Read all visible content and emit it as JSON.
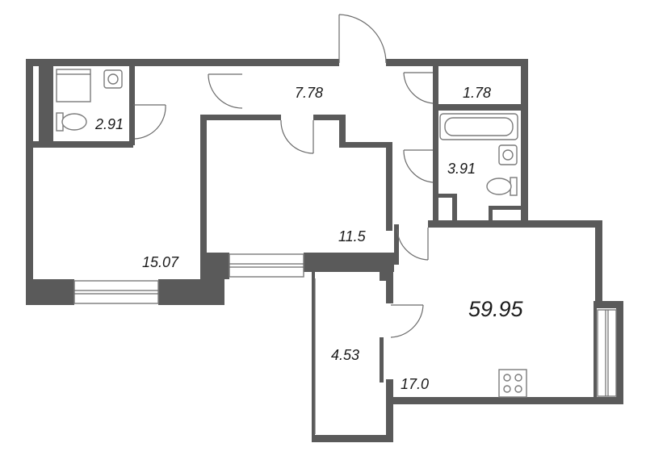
{
  "floor_plan": {
    "total_area": "59.95",
    "rooms": [
      {
        "id": "bathroom-1",
        "area": "2.91"
      },
      {
        "id": "hallway",
        "area": "7.78"
      },
      {
        "id": "storage",
        "area": "1.78"
      },
      {
        "id": "bathroom-2",
        "area": "3.91"
      },
      {
        "id": "bedroom-large",
        "area": "15.07"
      },
      {
        "id": "bedroom-small",
        "area": "11.5"
      },
      {
        "id": "balcony",
        "area": "4.53"
      },
      {
        "id": "living-kitchen",
        "area": "17.0"
      }
    ]
  }
}
